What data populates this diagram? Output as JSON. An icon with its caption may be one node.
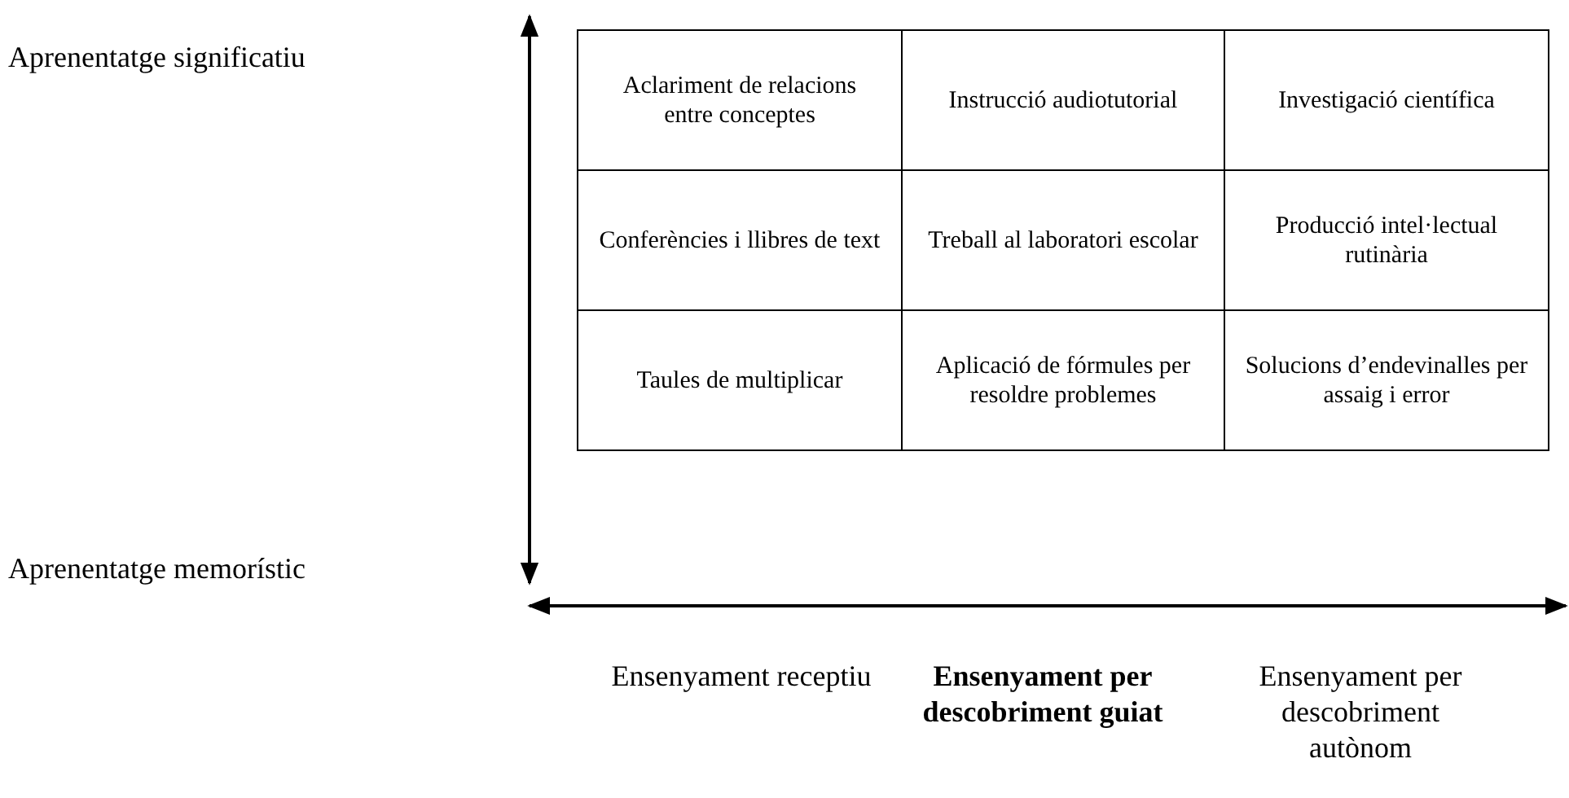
{
  "diagram": {
    "nodes": [
      {
        "text": [
          "Aclariment de relacions entre conceptes"
        ]
      },
      {
        "text": [
          "Instrucció audiotutorial"
        ]
      },
      {
        "text": [
          "Investigació científica"
        ]
      },
      {
        "text": [
          "Conferències i llibres de text"
        ]
      },
      {
        "text": [
          "Treball al laboratori escolar"
        ]
      },
      {
        "text": [
          "Producció intel·lectual rutinària"
        ]
      },
      {
        "text": [
          "Taules de multiplicar"
        ]
      },
      {
        "text": [
          "Aplicació de fórmules per resoldre problemes"
        ]
      },
      {
        "text": [
          "Solucions d’endevinalles per assaig i error"
        ]
      }
    ],
    "labels": [
      "Aprenentatge significatiu",
      "Aprenentatge memorístic",
      "Ensenyament receptiu",
      "Ensenyament per descobriment guiat",
      "Ensenyament per descobriment autònom"
    ]
  }
}
